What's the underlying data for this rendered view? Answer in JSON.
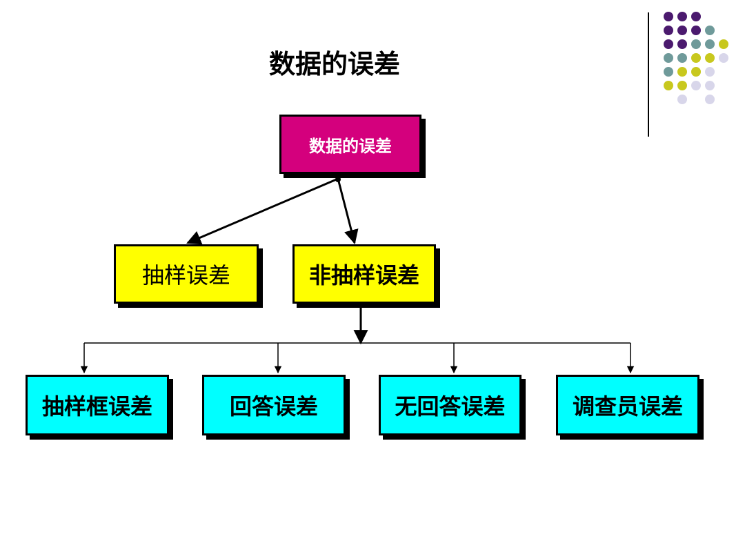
{
  "slide": {
    "title": "数据的误差"
  },
  "diagram": {
    "root": "数据的误差",
    "level1": [
      "抽样误差",
      "非抽样误差"
    ],
    "level2": [
      "抽样框误差",
      "回答误差",
      "无回答误差",
      "调查员误差"
    ]
  },
  "decoration": {
    "dot_colors": {
      "P": "#4b1a6e",
      "T": "#6f9a9a",
      "Y": "#c8c81e",
      "L": "#d8d6ea"
    },
    "dot_pattern": [
      "PPP",
      "PPPT",
      "PPTTY",
      "TTYYL",
      "TYYL",
      "YYLL",
      " L L"
    ]
  }
}
